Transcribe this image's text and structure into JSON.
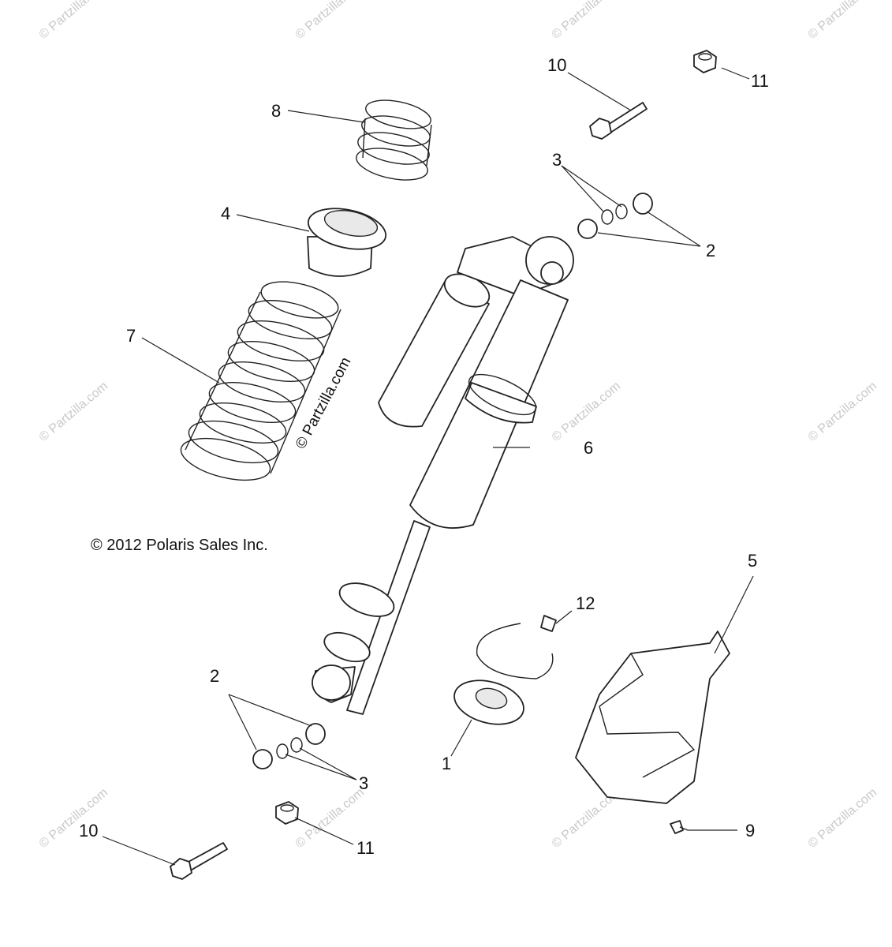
{
  "copyright": "© 2012 Polaris Sales Inc.",
  "brand_watermark": "© Partzilla.com",
  "corner_watermark": "© Partzilla.com",
  "callouts": {
    "c1": "1",
    "c2_top": "2",
    "c2_bottom": "2",
    "c3_top": "3",
    "c3_bottom": "3",
    "c4": "4",
    "c5": "5",
    "c6": "6",
    "c7": "7",
    "c8": "8",
    "c9": "9",
    "c10_top": "10",
    "c10_bottom": "10",
    "c11_top": "11",
    "c11_bottom": "11",
    "c12": "12"
  }
}
